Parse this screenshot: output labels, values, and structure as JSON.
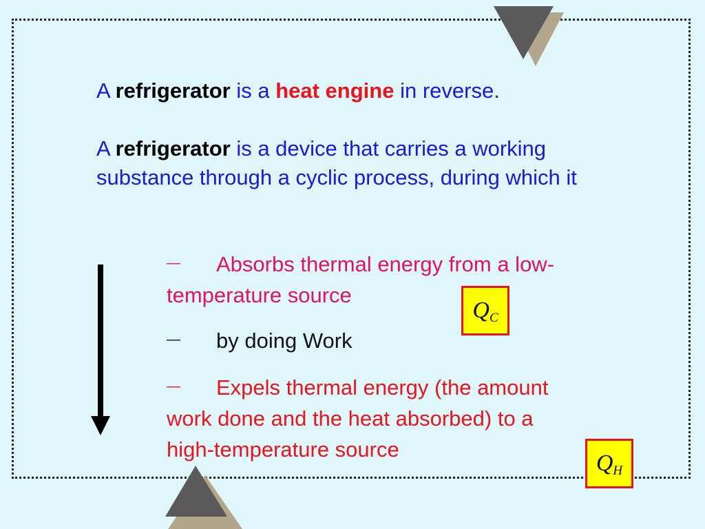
{
  "headline": {
    "a": "A",
    "refrigerator": "refrigerator",
    "is_a": "is a",
    "heat_engine": "heat engine",
    "in_reverse": "in reverse."
  },
  "definition": {
    "a": "A",
    "refrigerator": "refrigerator",
    "rest": "is a device that carries a working substance through a cyclic process, during which it"
  },
  "steps": [
    {
      "dash": "—",
      "text": "Absorbs thermal energy from a low-temperature source"
    },
    {
      "dash": "—",
      "text": "by doing Work"
    },
    {
      "dash": "—",
      "text": "Expels thermal energy (the amount work done and the heat absorbed) to a high-temperature source"
    }
  ],
  "q_cold": {
    "symbol": "Q",
    "subscript": "C"
  },
  "q_hot": {
    "symbol": "Q",
    "subscript": "H"
  },
  "colors": {
    "background": "#dff7fa",
    "blue_text": "#1a1ad6",
    "red_text": "#e8141e",
    "crimson_text": "#e0135f",
    "box_fill": "#ffff00",
    "triangle_dark": "#5a5a5a",
    "triangle_tan": "#b3a68c"
  }
}
